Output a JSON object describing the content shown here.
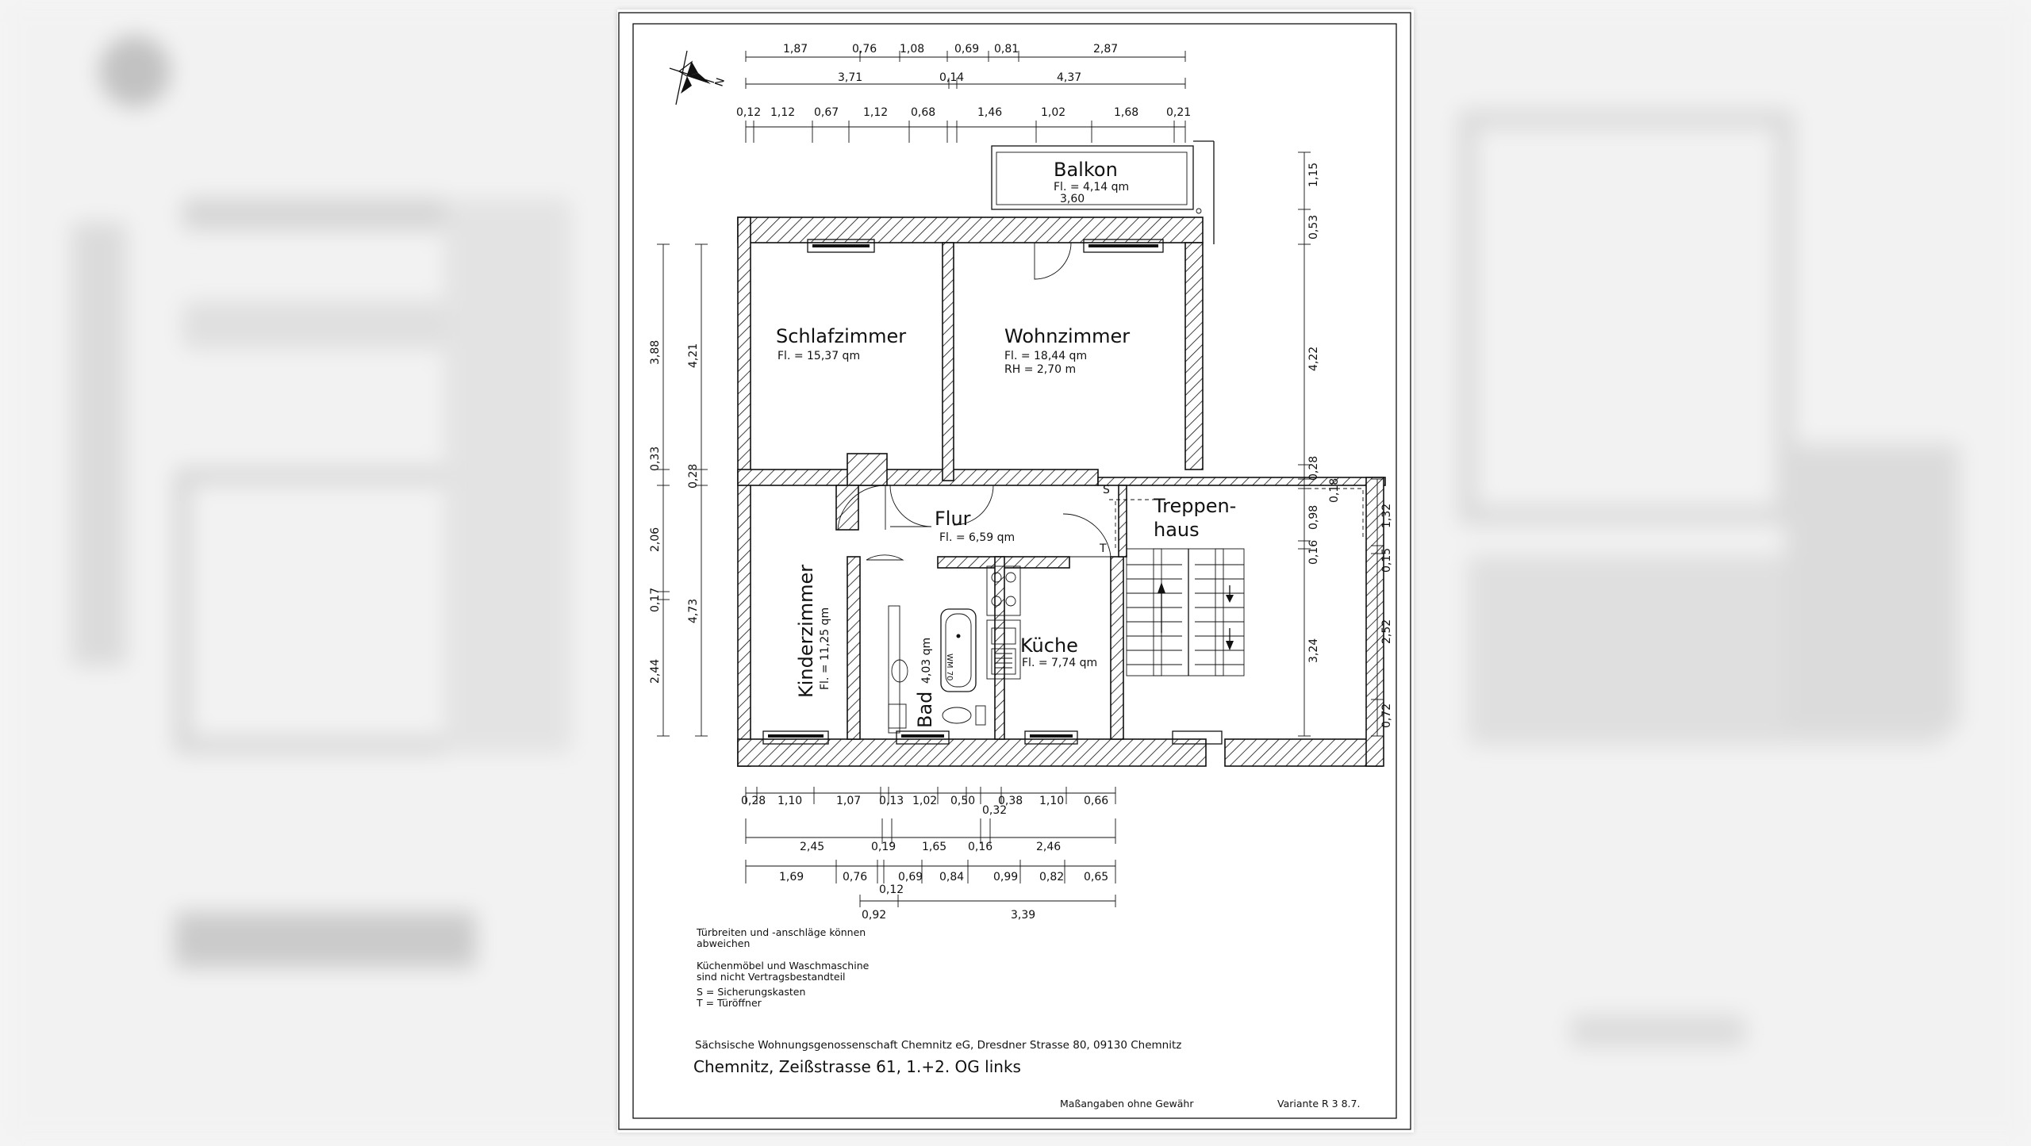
{
  "rooms": {
    "balkon": {
      "name": "Balkon",
      "area": "Fl. = 4,14 qm",
      "width": "3,60"
    },
    "schlafzimmer": {
      "name": "Schlafzimmer",
      "area": "Fl. = 15,37 qm"
    },
    "wohnzimmer": {
      "name": "Wohnzimmer",
      "area": "Fl. = 18,44 qm",
      "height": "RH = 2,70 m"
    },
    "flur": {
      "name": "Flur",
      "area": "Fl. = 6,59 qm"
    },
    "treppenhaus": {
      "name_line1": "Treppen-",
      "name_line2": "haus"
    },
    "kinderzimmer": {
      "name": "Kinderzimmer",
      "area": "Fl. = 11,25 qm"
    },
    "bad": {
      "name": "Bad",
      "area": "4,03 qm"
    },
    "kueche": {
      "name": "Küche",
      "area": "Fl. = 7,74 qm"
    },
    "wm_label": "WM 70"
  },
  "markers": {
    "s": "S",
    "t": "T"
  },
  "compass": {
    "north": "N"
  },
  "dimensions": {
    "top_row1": [
      "1,87",
      "0,76",
      "1,08",
      "0,69",
      "0,81",
      "2,87"
    ],
    "top_row2": [
      "3,71",
      "0,14",
      "4,37"
    ],
    "top_row3": [
      "0,12",
      "1,12",
      "0,67",
      "1,12",
      "0,68",
      "1,46",
      "1,02",
      "1,68",
      "0,21"
    ],
    "left_outer": [
      "3,88",
      "0,33",
      "2,06",
      "0,17",
      "2,44"
    ],
    "left_inner": [
      "4,21",
      "0,28",
      "4,73"
    ],
    "right_inner": [
      "1,15",
      "0,53",
      "4,22",
      "0,28",
      "0,18",
      "0,98",
      "0,16",
      "3,24"
    ],
    "right_outer": [
      "1,32",
      "0,15",
      "2,52",
      "0,72"
    ],
    "bottom_row1": [
      "0,28",
      "1,10",
      "1,07",
      "0,13",
      "1,02",
      "0,50",
      "0,38",
      "1,10",
      "0,66"
    ],
    "bottom_row1b": [
      "0,32"
    ],
    "bottom_row2": [
      "2,45",
      "0,19",
      "1,65",
      "0,16",
      "2,46"
    ],
    "bottom_row3": [
      "1,69",
      "0,76",
      "0,69",
      "0,84",
      "0,99",
      "0,82",
      "0,65"
    ],
    "bottom_row3b": [
      "0,12"
    ],
    "bottom_row4": [
      "0,92",
      "3,39"
    ]
  },
  "notes": {
    "line1": "Türbreiten und -anschläge können",
    "line2": "abweichen",
    "line3": "Küchenmöbel und Waschmaschine",
    "line4": "sind nicht Vertragsbestandteil",
    "line5": "S = Sicherungskasten",
    "line6": "T = Türöffner"
  },
  "footer": {
    "company": "Sächsische Wohnungsgenossenschaft Chemnitz eG, Dresdner Strasse 80, 09130 Chemnitz",
    "address": "Chemnitz, Zeißstrasse 61, 1.+2. OG links",
    "disclaimer": "Maßangaben ohne Gewähr",
    "variant": "Variante R 3 8.7."
  }
}
